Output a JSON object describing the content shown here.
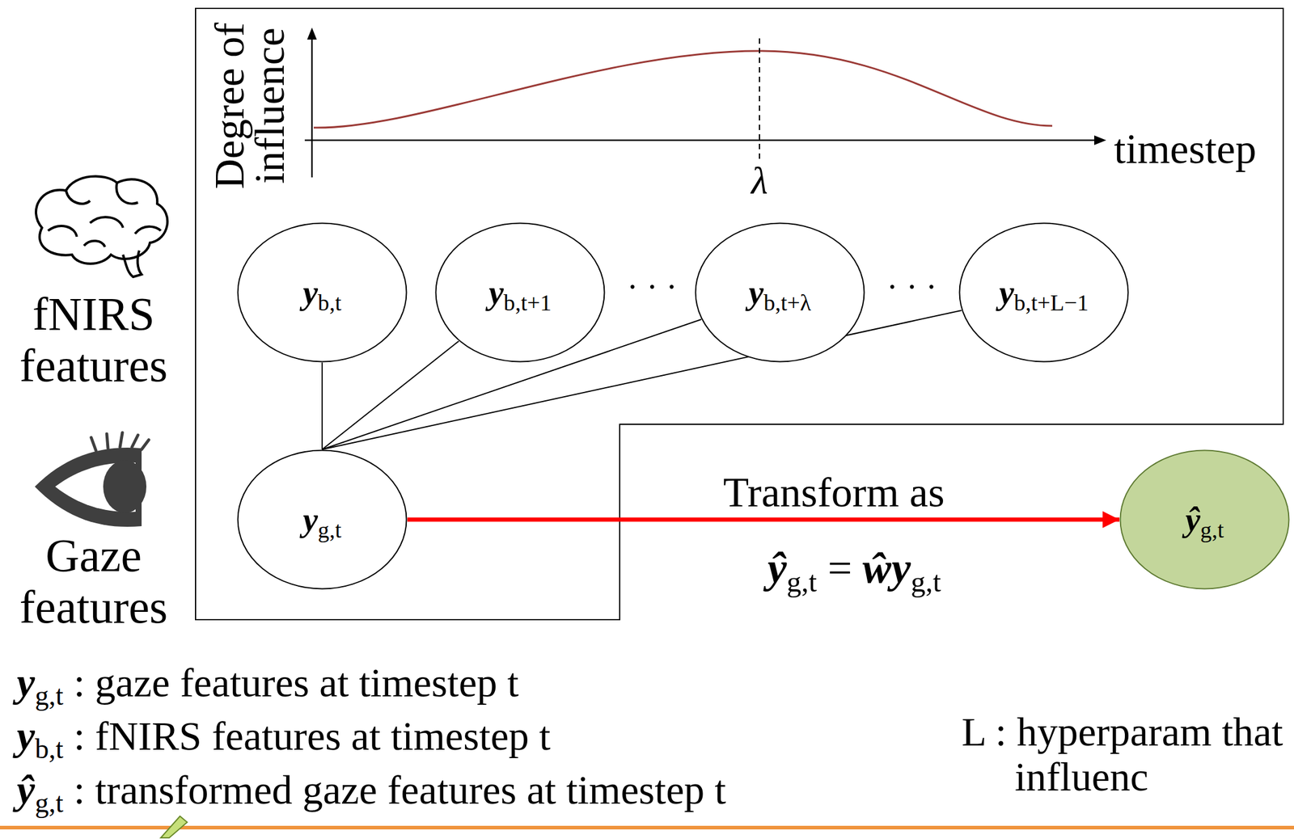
{
  "diagram": {
    "nodes": [
      {
        "text": [
          "yb,t"
        ]
      },
      {
        "text": [
          "yb,t+1"
        ]
      },
      {
        "text": [
          "yb,t+λ"
        ]
      },
      {
        "text": [
          "yb,t+L−1"
        ]
      },
      {
        "text": [
          "yg,t"
        ]
      },
      {
        "text": [
          "ŷg,t"
        ]
      }
    ],
    "edges": [
      {
        "from": 4,
        "to": 0,
        "arrow": "none"
      },
      {
        "from": 4,
        "to": 1,
        "arrow": "none"
      },
      {
        "from": 4,
        "to": 2,
        "arrow": "none"
      },
      {
        "from": 4,
        "to": 3,
        "arrow": "none"
      },
      {
        "from": 4,
        "to": 5,
        "label": "Transform as",
        "arrow": "to"
      }
    ],
    "labels": [
      "fNIRS features",
      "Gaze features",
      "Degree of influence",
      "λ",
      "timestep",
      "· · ·",
      "· · ·",
      "ŷg,t = ŵyg,t",
      "yg,t : gaze features at timestep t",
      "yb,t : fNIRS features at timestep t",
      "ŷg,t : transformed gaze features at timestep t",
      "L : hyperparam that influenc"
    ]
  }
}
